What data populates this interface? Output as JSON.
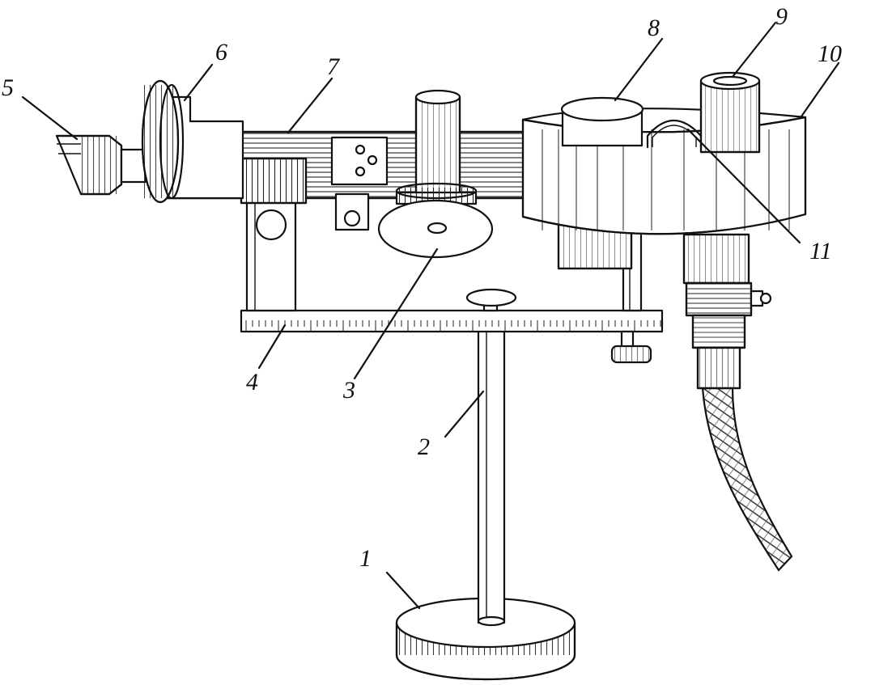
{
  "labels": [
    {
      "id": "1",
      "text": "1"
    },
    {
      "id": "2",
      "text": "2"
    },
    {
      "id": "3",
      "text": "3"
    },
    {
      "id": "4",
      "text": "4"
    },
    {
      "id": "5",
      "text": "5"
    },
    {
      "id": "6",
      "text": "6"
    },
    {
      "id": "7",
      "text": "7"
    },
    {
      "id": "8",
      "text": "8"
    },
    {
      "id": "9",
      "text": "9"
    },
    {
      "id": "10",
      "text": "10"
    },
    {
      "id": "11",
      "text": "11"
    }
  ],
  "colors": {
    "ink": "#111111",
    "paper": "#ffffff"
  }
}
